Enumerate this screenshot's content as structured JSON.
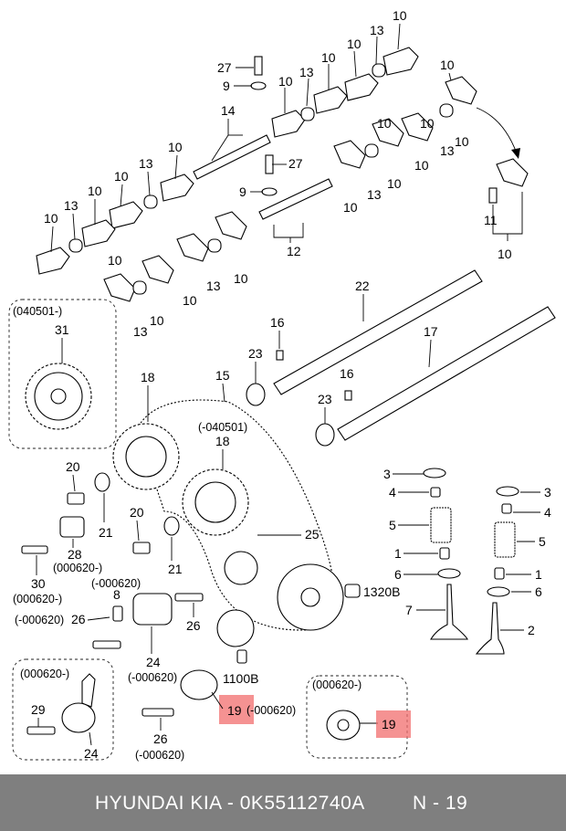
{
  "title": "",
  "labels": {
    "rocker_arm": "10",
    "rocker_spring": "13",
    "rocker_shaft_a": "14",
    "rocker_shaft_b": "12",
    "bolt": "27",
    "washer": "9",
    "adjuster": "11",
    "camshaft_a": "22",
    "camshaft_b": "17",
    "key_a": "16",
    "key_b": "16",
    "seal_a": "23",
    "seal_b": "23",
    "sprocket_inset": "31",
    "sprocket_a": "18",
    "sprocket_b": "18",
    "belt": "15",
    "idler": "25",
    "bolt_20a": "20",
    "bolt_20b": "20",
    "washer_21a": "21",
    "washer_21b": "21",
    "spacer": "28",
    "bolt_30": "30",
    "stud": "8",
    "bolt_26a": "26",
    "bolt_26b": "26",
    "bolt_26c": "26",
    "tensioner": "24",
    "tensioner_inset": "24",
    "bolt_29": "29",
    "pulley_19": "19",
    "pulley_19_inset": "19",
    "retainer_l": "3",
    "retainer_r": "3",
    "seal_l": "4",
    "seal_r": "4",
    "spring_l": "5",
    "spring_r": "5",
    "keeper_l": "1",
    "keeper_r": "1",
    "seat_l": "6",
    "seat_r": "6",
    "valve_l": "7",
    "valve_r": "2",
    "ref_1320b": "1320B",
    "ref_1100b": "1100B"
  },
  "dates": {
    "inset_sprocket": "(040501-)",
    "belt_range": "(-040501)",
    "spacer_range": "(000620-)",
    "bolt30_range": "(000620-)",
    "stud_range": "(-000620)",
    "bolt26a_range": "(-000620)",
    "tensioner_range": "(-000620)",
    "pulley19_range": "(-000620)",
    "bolt26c_range": "(-000620)",
    "inset_tensioner": "(000620-)",
    "inset_pulley": "(000620-)"
  },
  "footer": {
    "brand_part": "HYUNDAI  KIA - 0K55112740A",
    "page": "N - 19"
  },
  "colors": {
    "highlight": "#f26d6d",
    "footer_bg": "#7f7f7f"
  }
}
